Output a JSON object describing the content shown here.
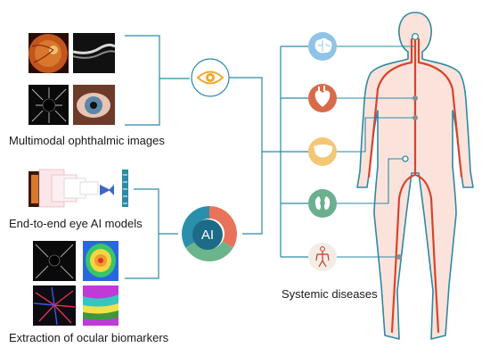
{
  "captions": {
    "multimodal": "Multimodal ophthalmic images",
    "models": "End-to-end eye AI models",
    "biomarkers": "Extraction of ocular biomarkers",
    "systemic": "Systemic diseases"
  },
  "ai_badge": {
    "label": "AI",
    "segment_colors": [
      "#e8735a",
      "#6cb48c",
      "#2a8faa"
    ],
    "center_color": "#1d6b86"
  },
  "organ_icons": [
    {
      "name": "brain-icon",
      "bg": "#8fc3e8"
    },
    {
      "name": "heart-icon",
      "bg": "#d96a4a"
    },
    {
      "name": "liver-icon",
      "bg": "#f3c774"
    },
    {
      "name": "kidney-icon",
      "bg": "#6caf8f"
    },
    {
      "name": "vascular-figure-icon",
      "bg": "#f3ede6"
    }
  ],
  "colors": {
    "connector": "#2b8aa6",
    "body_outline": "#2b8aa6",
    "body_fill": "#fbe3dc",
    "vessel": "#d5452b"
  }
}
